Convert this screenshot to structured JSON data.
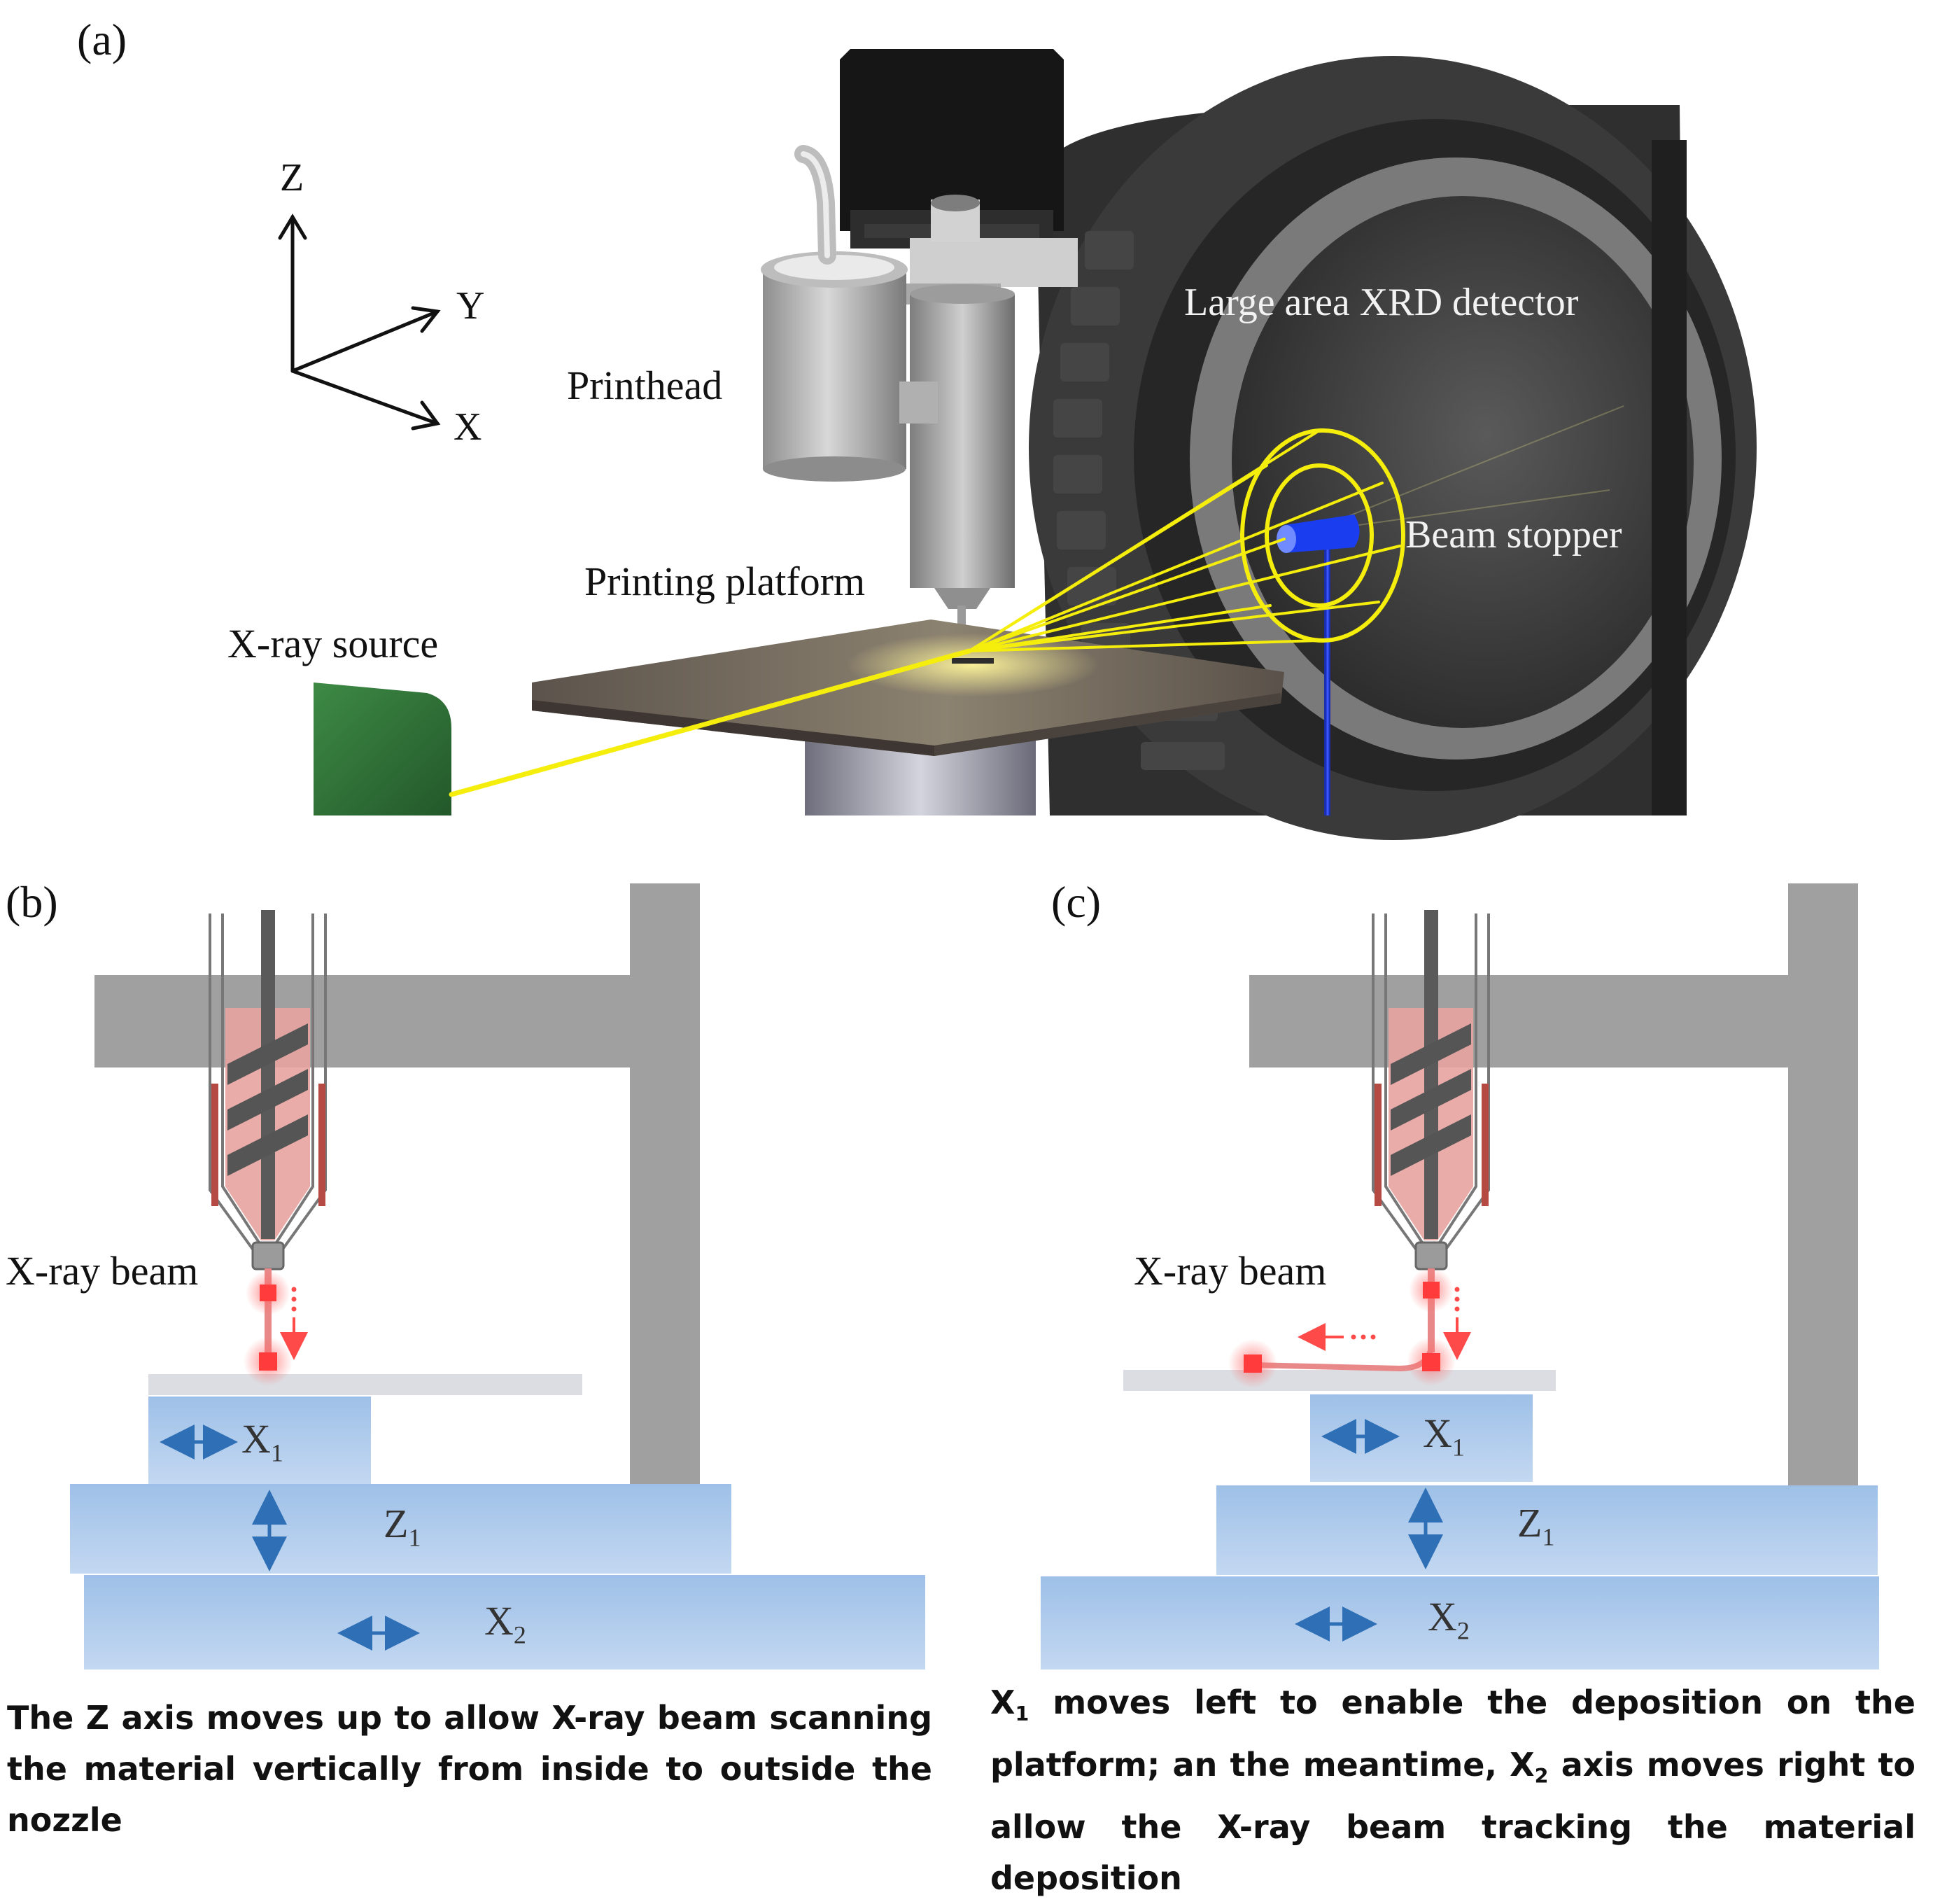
{
  "panel_a": {
    "tag": "(a)",
    "axes": {
      "z": "Z",
      "y": "Y",
      "x": "X"
    },
    "labels": {
      "printhead": "Printhead",
      "detector": "Large area XRD detector",
      "beam_stopper": "Beam stopper",
      "platform": "Printing platform",
      "source": "X-ray source"
    }
  },
  "panel_b": {
    "tag": "(b)",
    "beam_label": "X-ray beam",
    "axis_labels": [
      {
        "base": "X",
        "sub": "1"
      },
      {
        "base": "Z",
        "sub": "1"
      },
      {
        "base": "X",
        "sub": "2"
      }
    ],
    "caption": "The Z axis moves up to allow X-ray beam scanning the material vertically from inside to outside the nozzle"
  },
  "panel_c": {
    "tag": "(c)",
    "beam_label": "X-ray beam",
    "axis_labels": [
      {
        "base": "X",
        "sub": "1"
      },
      {
        "base": "Z",
        "sub": "1"
      },
      {
        "base": "X",
        "sub": "2"
      }
    ],
    "caption": {
      "p1": "X",
      "s1": "1",
      "p2": " moves left to enable the deposition on the platform; an the meantime, X",
      "s2": "2",
      "p3": " axis moves right to allow the X-ray beam tracking the material deposition"
    }
  },
  "colors": {
    "beam": "#f5ee0c",
    "frame": "#a0a0a0",
    "stage": "#b9d2ee",
    "melt": "#e7a3a0",
    "heater": "#b54a45",
    "axis_arrow": "#2f6fb5",
    "beam_spot": "#ff3b3b"
  }
}
